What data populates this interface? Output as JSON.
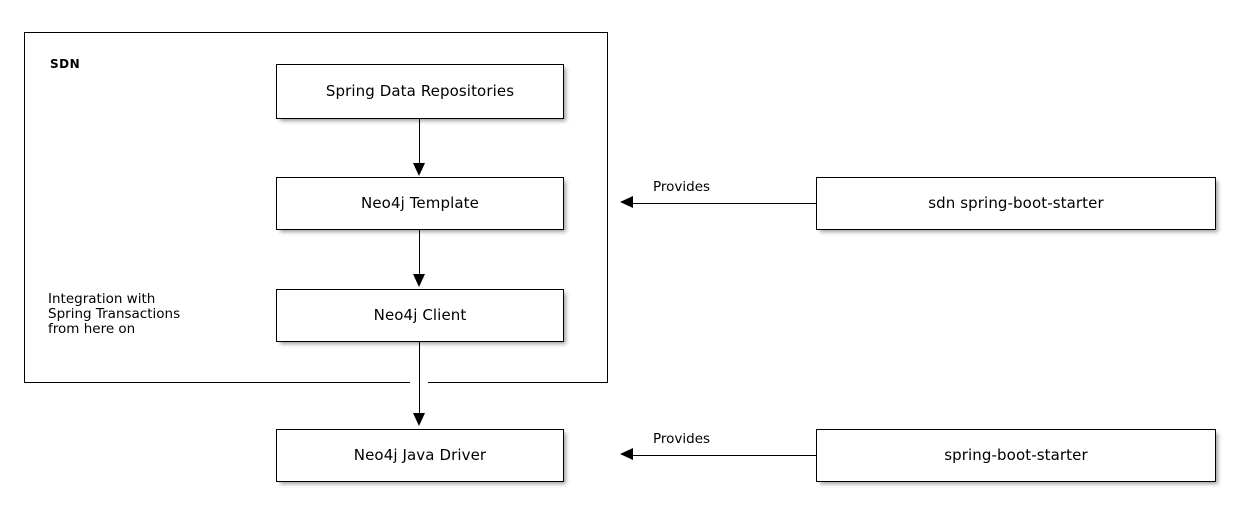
{
  "diagram": {
    "type": "layered-architecture-diagram",
    "background": "#ffffff",
    "stroke": "#000000",
    "container": {
      "title": "SDN",
      "note": "Integration with\nSpring Transactions\nfrom here on"
    },
    "nodes": [
      {
        "id": "spring-data-repositories",
        "label": "Spring Data Repositories"
      },
      {
        "id": "neo4j-template",
        "label": "Neo4j Template"
      },
      {
        "id": "neo4j-client",
        "label": "Neo4j Client"
      },
      {
        "id": "neo4j-java-driver",
        "label": "Neo4j Java Driver"
      },
      {
        "id": "sdn-spring-boot-starter",
        "label": "sdn spring-boot-starter"
      },
      {
        "id": "spring-boot-starter",
        "label": "spring-boot-starter"
      }
    ],
    "edges": [
      {
        "id": "repositories-to-template",
        "label": "",
        "direction": "down"
      },
      {
        "id": "template-to-client",
        "label": "",
        "direction": "down"
      },
      {
        "id": "client-to-driver",
        "label": "",
        "direction": "down"
      },
      {
        "id": "sdn-starter-provides-template",
        "label": "Provides",
        "direction": "left"
      },
      {
        "id": "starter-provides-driver",
        "label": "Provides",
        "direction": "left"
      }
    ]
  }
}
